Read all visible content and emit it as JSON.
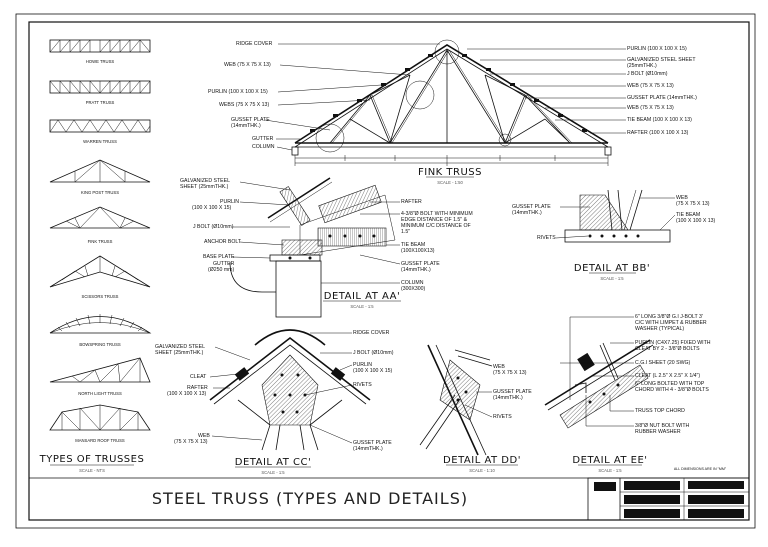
{
  "sheet_title": "STEEL TRUSS (TYPES AND DETAILS)",
  "note_small": "ALL DIMENSIONS ARE IN \"MM\"",
  "truss_types": {
    "title": "TYPES OF TRUSSES",
    "scale": "SCALE - NTS",
    "items": [
      "HOWE TRUSS",
      "PRATT TRUSS",
      "WARREN TRUSS",
      "KING POST TRUSS",
      "FINK TRUSS",
      "SCISSORS TRUSS",
      "BOWSPRING TRUSS",
      "NORTH LIGHT TRUSS",
      "MANSARD ROOF TRUSS"
    ]
  },
  "fink": {
    "title": "FINK TRUSS",
    "scale": "SCALE - 1:50",
    "labels_left": [
      "RIDGE COVER",
      "WEB (75 X 75 X 13)",
      "PURLIN (100 X 100 X 15)",
      "WEBS (75 X 75 X 13)",
      "GUSSET PLATE",
      "(14mmTHK.)",
      "GUTTER",
      "COLUMN"
    ],
    "labels_right": [
      "PURLIN (100 X 100 X 15)",
      "GALVANIZED STEEL SHEET",
      "(25mmTHK.)",
      "J BOLT (Ø10mm)",
      "WEB (75 X 75 X 13)",
      "GUSSET PLATE (14mmTHK.)",
      "WEB (75 X 75 X 13)",
      "TIE BEAM (100 X 100 X 13)",
      "RAFTER (100 X 100 X 13)"
    ]
  },
  "detail_aa": {
    "title": "DETAIL AT AA'",
    "scale": "SCALE - 1:5",
    "labels": [
      "GALVANIZED STEEL",
      "SHEET (25mmTHK.)",
      "PURLIN",
      "(100 X 100 X 15)",
      "J BOLT (Ø10mm)",
      "ANCHOR BOLT",
      "BASE PLATE",
      "GUTTER",
      "(Ø250 mm)",
      "RAFTER",
      "4-3/8\"Ø BOLT WITH MINIMUM",
      "EDGE DISTANCE OF 1.5\" &",
      "MINIMUM C/C DISTANCE OF",
      "1.5\"",
      "TIE BEAM",
      "(100X100X13)",
      "GUSSET PLATE",
      "(14mmTHK.)",
      "COLUMN",
      "(300X300)"
    ]
  },
  "detail_bb": {
    "title": "DETAIL AT BB'",
    "scale": "SCALE - 1:5",
    "labels": [
      "GUSSET PLATE",
      "(14mmTHK.)",
      "WEB",
      "(75 X 75 X 13)",
      "TIE BEAM",
      "(100 X 100 X 13)",
      "RIVETS"
    ]
  },
  "detail_cc": {
    "title": "DETAIL AT CC'",
    "scale": "SCALE - 1:5",
    "labels": [
      "GALVANIZED STEEL",
      "SHEET (25mmTHK.)",
      "RIDGE COVER",
      "J BOLT (Ø10mm)",
      "PURLIN",
      "(100 X 100 X 15)",
      "CLEAT",
      "RAFTER",
      "(100 X 100 X 13)",
      "RIVETS",
      "WEB",
      "(75 X 75 X 13)",
      "GUSSET PLATE",
      "(14mmTHK.)"
    ]
  },
  "detail_dd": {
    "title": "DETAIL AT DD'",
    "scale": "SCALE - 1:10",
    "labels": [
      "WEB",
      "(75 X 75 X 13)",
      "GUSSET PLATE",
      "(14mmTHK.)",
      "RIVETS"
    ]
  },
  "detail_ee": {
    "title": "DETAIL AT EE'",
    "scale": "SCALE - 1:5",
    "labels": [
      "6\" LONG 3/8\"Ø G.I J-BOLT 3'",
      "C/C WITH LIMPET & RUBBER",
      "WASHER (TYPICAL)",
      "PURLIN (C4X7.25) FIXED WITH",
      "CLEAT BY 2 - 3/8\"Ø BOLTS",
      "C.G.I SHEET (20 SWG)",
      "CLEAT (L 2.5\" X 2.5\" X 1/4\")",
      "6\" LONG BOLTED WITH TOP",
      "CHORD WITH  4 - 3/8\"Ø BOLTS",
      "TRUSS TOP CHORD",
      "3/8\"Ø NUT BOLT WITH",
      "RUBBER WASHER"
    ]
  }
}
